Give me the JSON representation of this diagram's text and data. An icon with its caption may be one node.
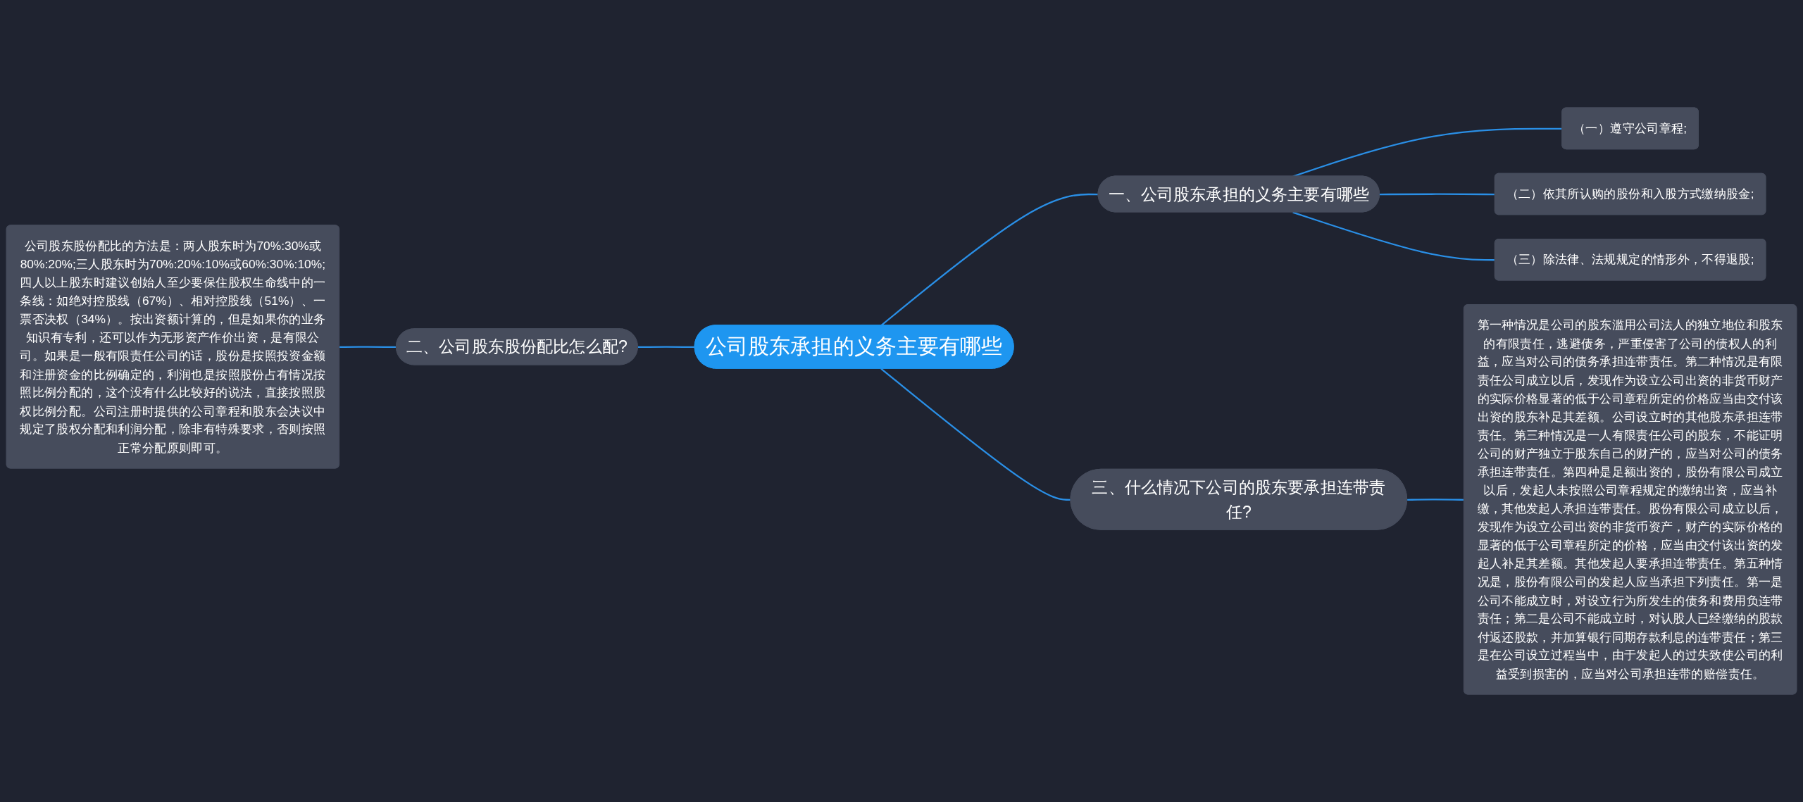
{
  "diagram": {
    "nodes": [
      {
        "text": [
          "公司股东承担的义务主要有哪些"
        ]
      },
      {
        "text": [
          "一、公司股东承担的义务主要有哪些"
        ]
      },
      {
        "text": [
          "（一）遵守公司章程;"
        ]
      },
      {
        "text": [
          "（二）依其所认购的股份和入股方式缴纳股金;"
        ]
      },
      {
        "text": [
          "（三）除法律、法规规定的情形外，不得退股;"
        ]
      },
      {
        "text": [
          "二、公司股东股份配比怎么配?"
        ]
      },
      {
        "text": [
          "公司股东股份配比的方法是：两人股东时为70%:30%或80%:20%;三人股东时为70%:20%:10%或60%:30%:10%;四人以上股东时建议创始人至少要保住股权生命线中的一条线：如绝对控股线（67%）、相对控股线（51%）、一票否决权（34%）。按出资额计算的，但是如果你的业务知识有专利，还可以作为无形资产作价出资，是有限公司。如果是一般有限责任公司的话，股份是按照投资金额和注册资金的比例确定的，利润也是按照股份占有情况按照比例分配的，这个没有什么比较好的说法，直接按照股权比例分配。公司注册时提供的公司章程和股东会决议中规定了股权分配和利润分配，除非有特殊要求，否则按照正常分配原则即可。"
        ]
      },
      {
        "text": [
          "三、什么情况下公司的股东要承担连带责任?"
        ]
      },
      {
        "text": [
          "第一种情况是公司的股东滥用公司法人的独立地位和股东的有限责任，逃避债务，严重侵害了公司的债权人的利益，应当对公司的债务承担连带责任。第二种情况是有限责任公司成立以后，发现作为设立公司出资的非货币财产的实际价格显著的低于公司章程所定的价格应当由交付该出资的股东补足其差额。公司设立时的其他股东承担连带责任。第三种情况是一人有限责任公司的股东，不能证明公司的财产独立于股东自己的财产的，应当对公司的债务承担连带责任。第四种是足额出资的，股份有限公司成立以后，发起人未按照公司章程规定的缴纳出资，应当补缴，其他发起人承担连带责任。股份有限公司成立以后，发现作为设立公司出资的非货币资产，财产的实际价格的显著的低于公司章程所定的价格，应当由交付该出资的发起人补足其差额。其他发起人要承担连带责任。第五种情况是，股份有限公司的发起人应当承担下列责任。第一是公司不能成立时，对设立行为所发生的债务和费用负连带责任；第二是公司不能成立时，对认股人已经缴纳的股款付返还股款，并加算银行同期存款利息的连带责任；第三是在公司设立过程当中，由于发起人的过失致使公司的利益受到损害的，应当对公司承担连带的赔偿责任。"
        ]
      }
    ],
    "edges": [
      {
        "from": 0,
        "to": 1,
        "arrow": "none"
      },
      {
        "from": 1,
        "to": 2,
        "arrow": "none"
      },
      {
        "from": 1,
        "to": 3,
        "arrow": "none"
      },
      {
        "from": 1,
        "to": 4,
        "arrow": "none"
      },
      {
        "from": 0,
        "to": 5,
        "arrow": "none"
      },
      {
        "from": 5,
        "to": 6,
        "arrow": "none"
      },
      {
        "from": 0,
        "to": 7,
        "arrow": "none"
      },
      {
        "from": 7,
        "to": 8,
        "arrow": "none"
      }
    ]
  }
}
